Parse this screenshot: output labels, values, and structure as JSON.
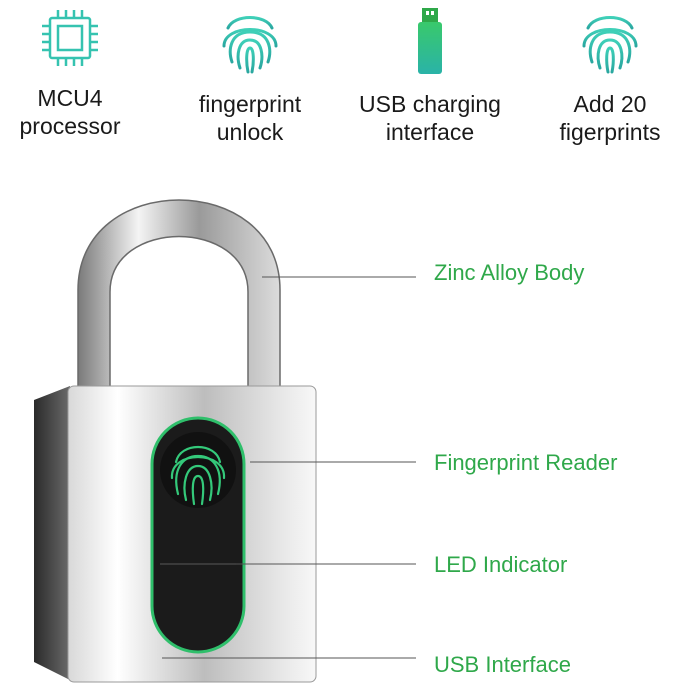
{
  "features": [
    {
      "label": "MCU4\nprocessor",
      "icon": "chip-icon"
    },
    {
      "label": "fingerprint\nunlock",
      "icon": "fingerprint-icon"
    },
    {
      "label": "USB charging\ninterface",
      "icon": "usb-stick-icon"
    },
    {
      "label": "Add 20\nfigerprints",
      "icon": "fingerprint-icon"
    }
  ],
  "callouts": {
    "body": "Zinc Alloy Body",
    "reader": "Fingerprint Reader",
    "led": "LED Indicator",
    "usb": "USB Interface"
  },
  "colors": {
    "accent_green": "#2fa84a",
    "icon_teal": "#35c3b0",
    "text_dark": "#1a1a1a"
  }
}
